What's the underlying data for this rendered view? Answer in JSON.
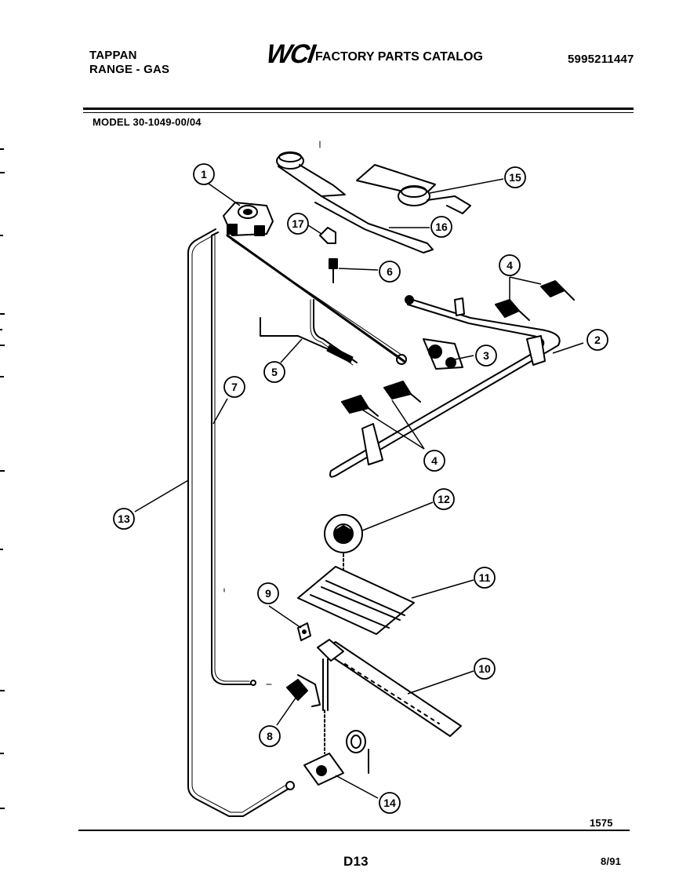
{
  "header": {
    "brand_line1": "TAPPAN",
    "brand_line2": "RANGE - GAS",
    "logo_text": "WCI",
    "catalog_title": "FACTORY PARTS CATALOG",
    "catalog_number": "5995211447",
    "model_label": "MODEL 30-1049-00/04"
  },
  "diagram": {
    "callouts": [
      {
        "num": "1"
      },
      {
        "num": "2"
      },
      {
        "num": "3"
      },
      {
        "num": "4"
      },
      {
        "num": "4"
      },
      {
        "num": "5"
      },
      {
        "num": "6"
      },
      {
        "num": "7"
      },
      {
        "num": "8"
      },
      {
        "num": "9"
      },
      {
        "num": "10"
      },
      {
        "num": "11"
      },
      {
        "num": "12"
      },
      {
        "num": "13"
      },
      {
        "num": "14"
      },
      {
        "num": "15"
      },
      {
        "num": "16"
      },
      {
        "num": "17"
      }
    ],
    "figure_number": "1575"
  },
  "footer": {
    "page_code": "D13",
    "date": "8/91"
  }
}
